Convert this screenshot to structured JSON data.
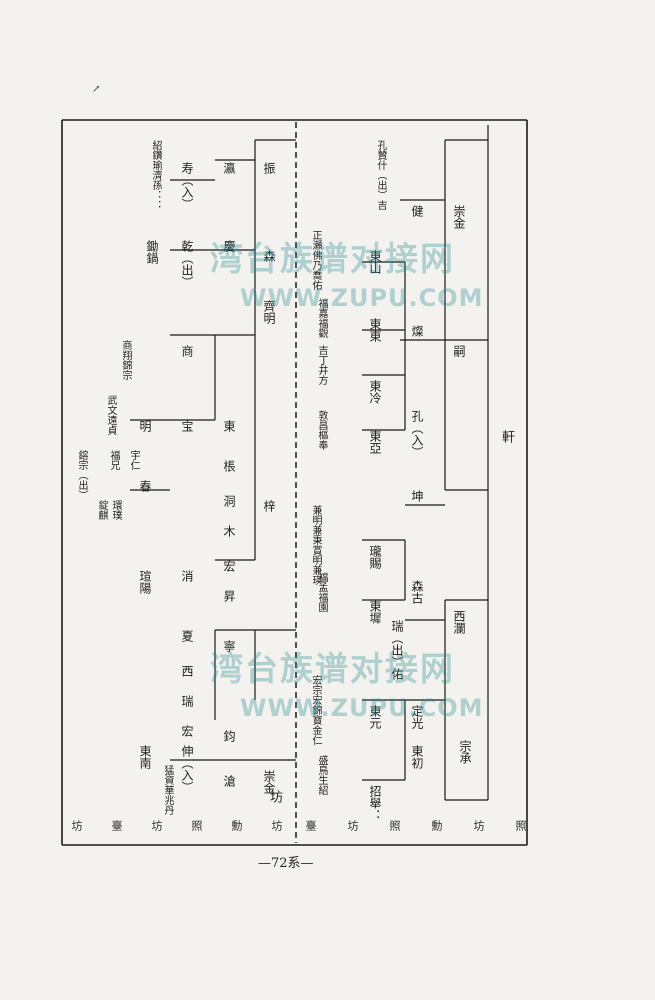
{
  "page_number": "—72系—",
  "corner_mark": "↗",
  "watermark": {
    "cn": "湾台族谱对接网",
    "url": "WWW.ZUPU.COM"
  },
  "gen_right": [
    "照",
    "坊",
    "勳",
    "照",
    "坊",
    "臺"
  ],
  "gen_left": [
    "坊",
    "勳",
    "照",
    "坊",
    "臺",
    "坊"
  ],
  "names_upper": {
    "root": "軒",
    "a": "崇金",
    "b": "嗣",
    "c": "西瀾",
    "d": "宗承",
    "a1": "健",
    "a1a": "孔贊什（出）吉",
    "b1": "燦",
    "b2": "孔（入）",
    "b3": "坤",
    "b1a": "東山",
    "b1b": "東東",
    "b1a_k": "正瀬佛乃喬佑",
    "b1b_k": "福嘉福觀",
    "b2a": "東冷",
    "b2b": "東亞",
    "b2a_k": "吉丁井方",
    "b2b_k": "敦昌樞奉",
    "b3a": "瓏賜",
    "b3b": "東墀",
    "b3_k": "兼明兼秉賞明兼瑛",
    "b3b_k": "福孟福園",
    "c1": "森古",
    "c1a": "瑞（出）佑",
    "c2": "定光",
    "c2a": "東元",
    "c2_k": "宏宗宏錦寶金仁",
    "d1": "東初",
    "d2": "招舉：",
    "d1_k": "盛鳥生紹"
  },
  "names_lower": {
    "root": "坊",
    "p1": "振",
    "p2": "森",
    "p3": "梓",
    "p1a": "瀛",
    "p1b": "寿（入）",
    "p1c": "鋤鍋",
    "p1_k": "紹鑽瑜濟孫：：",
    "p2a": "慶",
    "p2b": "乾（出）",
    "p2c": "齊明",
    "p2d": "東",
    "p2e": "棖",
    "p2f": "洞",
    "p2g": "木",
    "p2h": "商",
    "p2i": "宝",
    "p2j": "明",
    "p2k": "春",
    "p2_k1": "商翔錦宗",
    "p2_k2": "武文遠貞",
    "p2_k3": "宇仁",
    "p2_k4": "福兄",
    "p2_k5": "鎔宗（出）",
    "p2_k6": "環璞",
    "p2_k7": "錠麒",
    "p3a": "宏",
    "p3b": "昇",
    "p3c": "消",
    "p3d": "瑄陽",
    "p4": "寧",
    "p4a": "夏",
    "p4b": "西",
    "p4c": "瑞",
    "p4d": "宏",
    "p5": "鈞",
    "p5a": "伸（入）",
    "p5b": "東南",
    "p5_k": "猛資華兆丹",
    "p6": "崇金",
    "p6a": "滄"
  }
}
